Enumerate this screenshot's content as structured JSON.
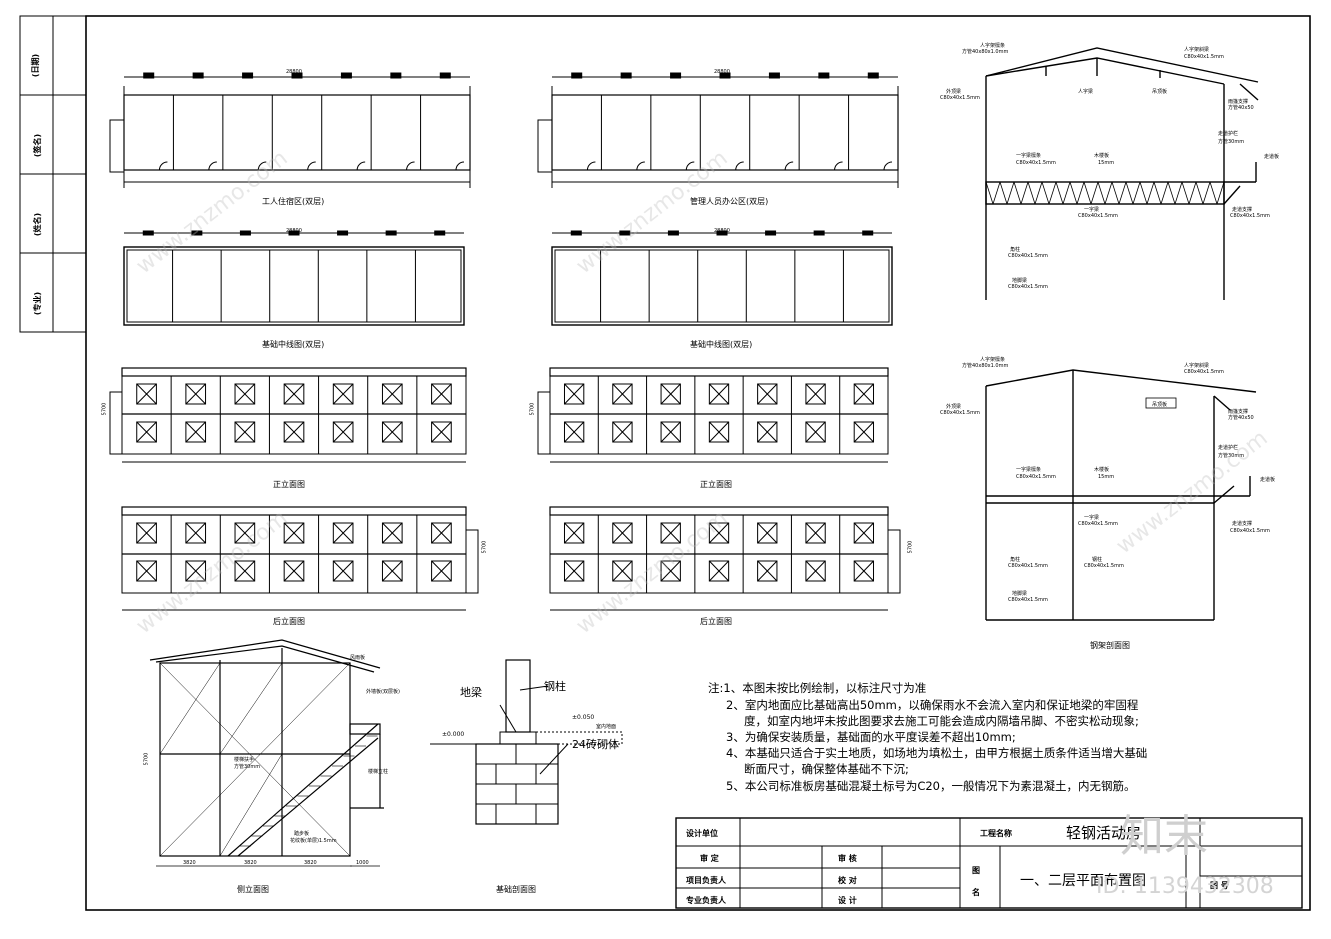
{
  "left_strip": {
    "labels": [
      "(日期)",
      "(签名)",
      "(姓名)",
      "(专业)"
    ]
  },
  "captions": {
    "plan_worker": "工人住宿区(双层)",
    "plan_office": "管理人员办公区(双层)",
    "found_left": "基础中线图(双层)",
    "found_right": "基础中线图(双层)",
    "elev_front": "正立面图",
    "elev_back": "后立面图",
    "elev_side": "侧立面图",
    "found_section": "基础剖面图",
    "steel_section": "钢架剖面图"
  },
  "section_labels": {
    "ridge_purlin": "人字架檩条",
    "ridge_spec": "方管40x80x1.0mm",
    "ridge_truss": "人字架斜梁",
    "ridge_truss_spec": "C80x40x1.5mm",
    "outer_beam": "外顶梁",
    "outer_beam_spec": "C80x40x1.5mm",
    "truss": "人字梁",
    "sag_board": "吊顶板",
    "rain_support": "雨篷支撑",
    "rain_spec": "方管40x50",
    "rail_post": "走道护栏",
    "rail_spec": "方管30mm",
    "walk_board": "走道板",
    "floor_joist": "一字梁檩条",
    "floor_joist_spec": "C80x40x1.5mm",
    "wood_board": "木楼板",
    "wood_spec": "15mm",
    "floor_beam": "一字梁",
    "floor_beam_spec": "C80x40x1.5mm",
    "walk_support": "走道支撑",
    "walk_support_spec": "C80x40x1.5mm",
    "corner_col": "角柱",
    "corner_spec": "C80x40x1.5mm",
    "ground_beam": "地脚梁",
    "ground_spec": "C80x40x1.5mm",
    "steel_col": "钢柱",
    "steel_col_spec": "C80x40x1.5mm"
  },
  "side_labels": {
    "eave": "风雨板",
    "outer_wall": "外墙板(双层板)",
    "stair_rail": "楼梯扶手",
    "stair_rail_spec": "方管30mm",
    "stair_post": "楼梯立柱",
    "step": "踏步板",
    "step_spec": "花纹板(单层)1.5mm"
  },
  "found_labels": {
    "steel_col": "钢柱",
    "ground_beam": "地梁",
    "brick": "24砖砌体",
    "level_in": "±0.050",
    "level_0": "±0.000",
    "indoor": "室内地面"
  },
  "dims": {
    "overall_plan": "28800",
    "bay": "3820",
    "height": "5700",
    "side_w": "3820",
    "side_stair": "1000",
    "side_h": "5700"
  },
  "notes": [
    "注:1、本图未按比例绘制，以标注尺寸为准",
    "2、室内地面应比基础高出50mm，以确保雨水不会流入室内和保证地梁的牢固程",
    "度，如室内地坪未按此图要求去施工可能会造成内隔墙吊脚、不密实松动现象;",
    "3、为确保安装质量，基础面的水平度误差不超出10mm;",
    "4、本基础只适合于实土地质，如场地为填松土，由甲方根据土质条件适当增大基础",
    "断面尺寸，确保整体基础不下沉;",
    "5、本公司标准板房基础混凝土标号为C20，一般情况下为素混凝土，内无钢筋。"
  ],
  "title_block": {
    "design_unit": "设计单位",
    "project_name_label": "工程名称",
    "project_name": "轻钢活动房",
    "approve": "审   定",
    "check": "审   核",
    "project_lead": "项目负责人",
    "proofread": "校   对",
    "pro_lead": "专业负责人",
    "design": "设   计",
    "drawing_name_label": "图 名",
    "drawing_name": "一、二层平面布置图",
    "drawing_no": "图 号"
  },
  "watermark": {
    "brand": "知末",
    "id_text": "ID: 1139432308",
    "site": "www.znzmo.com"
  }
}
